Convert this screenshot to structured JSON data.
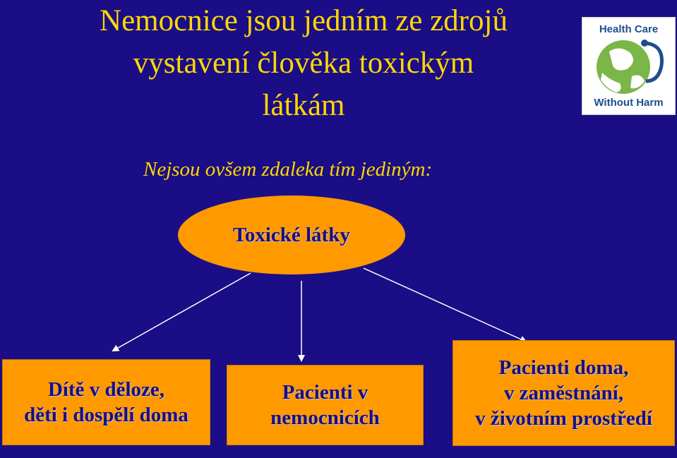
{
  "title": {
    "line1": "Nemocnice jsou jedním ze zdrojů",
    "line2": "vystavení člověka toxickým",
    "line3": "látkám"
  },
  "subtitle": "Nejsou ovšem zdaleka tím jediným:",
  "center_node": "Toxické látky",
  "boxes": [
    {
      "line1": "Dítě v děloze,",
      "line2": "děti i dospělí doma"
    },
    {
      "line1": "Pacienti v",
      "line2": "nemocnicích"
    },
    {
      "line1": "Pacienti doma,",
      "line2": "v zaměstnání,",
      "line3": "v životním prostředí"
    }
  ],
  "logo": {
    "top_text": "Health Care",
    "bottom_text": "Without Harm"
  },
  "colors": {
    "background": "#1a0d85",
    "accent": "#ffd700",
    "node_fill": "#ff9900",
    "node_text": "#1a0d85"
  }
}
